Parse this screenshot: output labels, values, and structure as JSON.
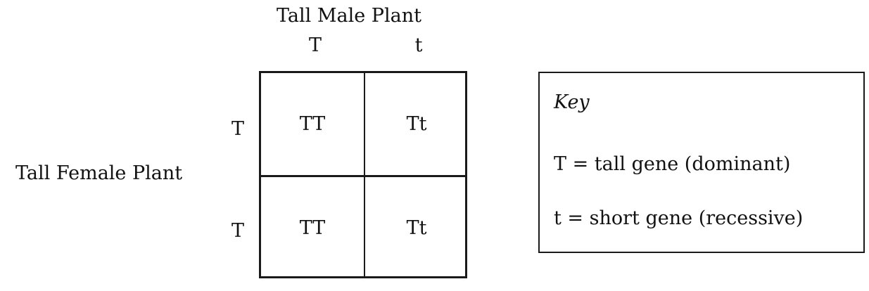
{
  "diagram": {
    "type": "punnett-square",
    "male_parent": {
      "label": "Tall Male Plant",
      "alleles": [
        "T",
        "t"
      ]
    },
    "female_parent": {
      "label": "Tall Female Plant",
      "alleles": [
        "T",
        "T"
      ]
    },
    "grid": {
      "rows": [
        [
          "TT",
          "Tt"
        ],
        [
          "TT",
          "Tt"
        ]
      ]
    },
    "key": {
      "title": "Key",
      "entries": [
        "T = tall gene (dominant)",
        "t = short gene (recessive)"
      ]
    },
    "colors": {
      "line": "#1a1a1a",
      "text": "#111111",
      "background": "#ffffff"
    }
  }
}
